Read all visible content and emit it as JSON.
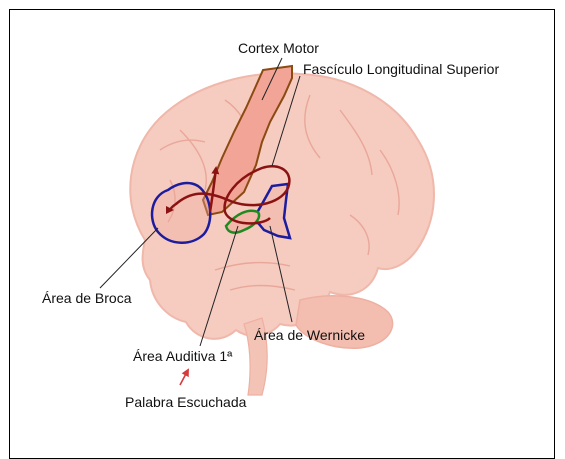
{
  "labels": {
    "motor_cortex": "Cortex Motor",
    "arcuate_fasciculus": "Fascículo Longitudinal Superior",
    "broca_area": "Área de Broca",
    "wernicke_area": "Área de Wernicke",
    "primary_auditory_area": "Área Auditiva 1ª",
    "heard_word": "Palabra Escuchada"
  },
  "colors": {
    "brain_fill": "#f6cbc0",
    "motor_cortex_fill": "#f2a596",
    "motor_cortex_outline": "#8a4a12",
    "pathway": "#8b1212",
    "broca_outline": "#1c1c9e",
    "wernicke_outline": "#1c1c9e",
    "auditory_outline": "#1f8a1f",
    "input_arrow": "#d63a3a"
  }
}
